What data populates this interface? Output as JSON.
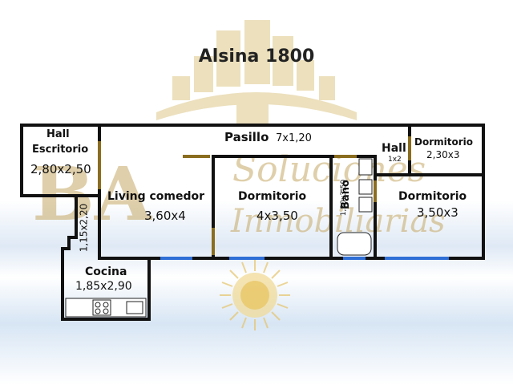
{
  "title": "Alsina 1800",
  "rooms": {
    "hall_escritorio": {
      "name_line1": "Hall",
      "name_line2": "Escritorio",
      "dims": "2,80x2,50"
    },
    "pasillo": {
      "name": "Pasillo",
      "dims": "7x1,20"
    },
    "hall": {
      "name": "Hall",
      "dims": "1x2"
    },
    "dormitorio_small": {
      "name": "Dormitorio",
      "dims": "2,30x3"
    },
    "living": {
      "name": "Living comedor",
      "dims": "3,60x4"
    },
    "dormitorio_center": {
      "name": "Dormitorio",
      "dims": "4x3,50"
    },
    "bano": {
      "name": "Baño",
      "dims": "1,30x3,50"
    },
    "dormitorio_right": {
      "name": "Dormitorio",
      "dims": "3,50x3"
    },
    "passage": {
      "dims": "1,15x2,20"
    },
    "cocina": {
      "name": "Cocina",
      "dims": "1,85x2,90"
    }
  },
  "watermark": {
    "logo": "BA",
    "line1": "Soluciones",
    "line2": "Inmobiliarias"
  },
  "colors": {
    "wall": "#111111",
    "door": "#8a6d1f",
    "window": "#2f6fd6",
    "gold": "#d8c18a"
  }
}
